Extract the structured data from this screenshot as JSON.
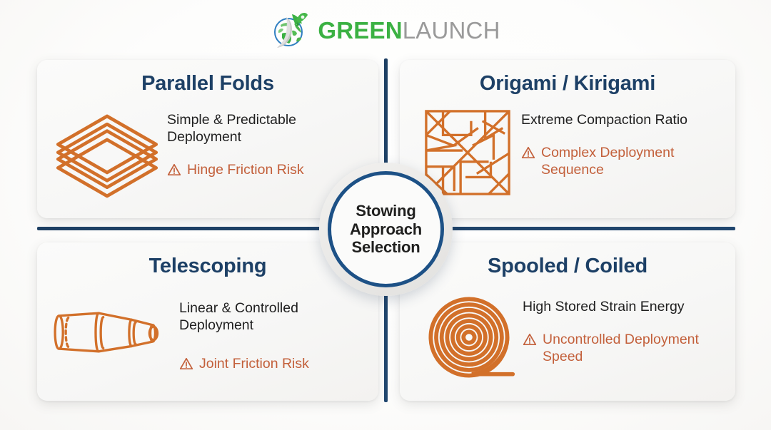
{
  "brand": {
    "name_bold": "GREEN",
    "name_light": "LAUNCH",
    "logo_icon": "globe-rocket-icon",
    "green": "#3bb143",
    "gray": "#9a9a9a"
  },
  "hub": {
    "line1": "Stowing",
    "line2": "Approach",
    "line3": "Selection",
    "ring_color": "#1d5186"
  },
  "colors": {
    "title_navy": "#1d4066",
    "divider_navy": "#20466e",
    "icon_orange": "#d2702a",
    "risk_text": "#c3603b",
    "body_text": "#1f1f1f"
  },
  "quadrants": [
    {
      "id": "parallel-folds",
      "title": "Parallel Folds",
      "icon": "stacked-layers-icon",
      "benefit": "Simple & Predictable Deployment",
      "risk_icon": "warning-triangle-icon",
      "risk": "Hinge Friction Risk"
    },
    {
      "id": "origami-kirigami",
      "title": "Origami / Kirigami",
      "icon": "origami-crease-pattern-icon",
      "benefit": "Extreme Compaction Ratio",
      "risk_icon": "warning-triangle-icon",
      "risk": "Complex Deployment Sequence"
    },
    {
      "id": "telescoping",
      "title": "Telescoping",
      "icon": "telescoping-tubes-icon",
      "benefit": "Linear & Controlled Deployment",
      "risk_icon": "warning-triangle-icon",
      "risk": "Joint Friction Risk"
    },
    {
      "id": "spooled-coiled",
      "title": "Spooled / Coiled",
      "icon": "spiral-coil-icon",
      "benefit": "High Stored Strain Energy",
      "risk_icon": "warning-triangle-icon",
      "risk": "Uncontrolled Deployment Speed"
    }
  ]
}
